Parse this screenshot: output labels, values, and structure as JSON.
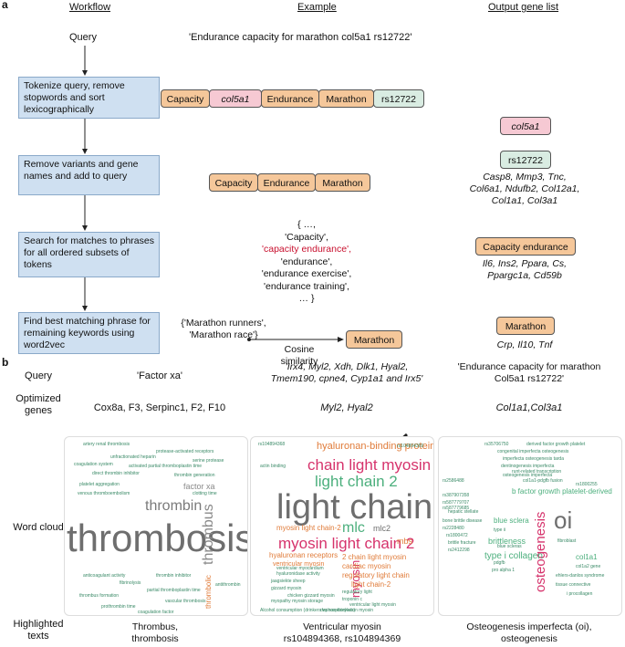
{
  "panel_a": {
    "letter": "a",
    "headers": {
      "workflow": "Workflow",
      "example": "Example",
      "output": "Output gene list"
    },
    "query_label": "Query",
    "query_example": "'Endurance capacity for marathon col5a1 rs12722'",
    "steps": [
      "Tokenize query, remove stopwords and sort lexicographically",
      "Remove variants and gene names and add to query",
      "Search for matches to phrases for all ordered subsets of tokens",
      "Find best matching phrase for remaining keywords using word2vec"
    ],
    "tokens_row1": [
      "Capacity",
      "col5a1",
      "Endurance",
      "Marathon",
      "rs12722"
    ],
    "tokens_row2": [
      "Capacity",
      "Endurance",
      "Marathon"
    ],
    "subsets": [
      "{ …,",
      "'Capacity',",
      "'capacity endurance',",
      "'endurance',",
      "'endurance exercise',",
      "'endurance training',",
      "… }"
    ],
    "word2vec_example": [
      "{'Marathon runners',",
      "'Marathon race'}"
    ],
    "cosine_label": [
      "Cosine",
      "similarity"
    ],
    "marathon_token": "Marathon",
    "output": {
      "col5a1": "col5a1",
      "rs12722": "rs12722",
      "genes1": [
        "Casp8, Mmp3, Tnc,",
        "Col6a1, Ndufb2, Col12a1,",
        "Col1a1, Col3a1"
      ],
      "capacity_endurance": "Capacity endurance",
      "genes2": [
        "Il6, Ins2, Ppara, Cs,",
        "Ppargc1a, Cd59b"
      ],
      "marathon": "Marathon",
      "genes3": "Crp, Il10, Tnf"
    },
    "colors": {
      "orange": "#f5c79a",
      "pink": "#f6c9d3",
      "green": "#d9ece2",
      "blue": "#cfe0f1",
      "red_text": "#c8102e"
    }
  },
  "panel_b": {
    "letter": "b",
    "row_labels": {
      "query": "Query",
      "optimized": "Optimized genes",
      "cloud": "Word cloud",
      "highlighted": "Highlighted texts"
    },
    "queries": [
      "'Factor xa'",
      "'Irx4, Myl2, Xdh, Dlk1, Hyal2, Tmem190, cpne4, Cyp1a1 and Irx5'",
      "'Endurance capacity for marathon Col5a1 rs12722'"
    ],
    "optimized_genes": [
      "Cox8a, F3, Serpinc1, F2, F10",
      "Myl2, Hyal2",
      "Col1a1,Col3a1"
    ],
    "highlighted": [
      [
        "Thrombus,",
        "thrombosis"
      ],
      [
        "Ventricular myosin",
        "rs104894368, rs104894369"
      ],
      [
        "Osteogenesis imperfecta (oi),",
        "osteogenesis"
      ]
    ],
    "cloud1": {
      "big": [
        "thrombosis",
        "thrombin",
        "thrombus",
        "factor xa",
        "thrombolic"
      ],
      "small": [
        "artery renal thrombosis",
        "unfractionated heparin",
        "protease-activated receptors",
        "activated partial thromboplastin time",
        "direct thrombin inhibitor",
        "coagulation system",
        "platelet aggregation",
        "thrombin generation",
        "venous thromboembolism",
        "thrombin inhibitor",
        "anticoagulant activity",
        "fibrinolysis",
        "partial thromboplastin time",
        "thrombus formation",
        "vascular thrombosis",
        "prothrombin time",
        "antithrombin",
        "serine protease",
        "coagulation factor",
        "clotting time"
      ]
    },
    "cloud2": {
      "big": [
        "light chain",
        "chain light myosin",
        "light chain 2",
        "myosin light chain 2",
        "mlc",
        "hyaluronan-binding protein",
        "myosin",
        "mlc2"
      ],
      "small": [
        "2 chain light myosin",
        "myosin light chain-2",
        "hyaluronan receptors",
        "ventricular myosin",
        "cardiac myosin",
        "regulatory light chain",
        "light chain-2",
        "hyaluronidase activity",
        "regulatory light",
        "jaagsiekte sheep",
        "gizzard myosin",
        "chicken gizzard myosin",
        "myopathy myosin storage",
        "ventricular myocardium",
        "troponin c",
        "ventricular light myosin",
        "dephosphorylation myosin",
        "Alcohol consumption (drinkers vs non-drinkers)",
        "mbs",
        "actin binding",
        "rs104894368",
        "rs104894369"
      ]
    },
    "cloud3": {
      "big": [
        "oi",
        "osteogenesis",
        "col1a1",
        "type i collagen",
        "brittleness",
        "blue sclera",
        "b factor growth platelet-derived",
        "osteogenesis imperfecta"
      ],
      "small": [
        "rs35706750",
        "derived factor growth platelet",
        "congenital imperfecta osteogenesis",
        "imperfecta osteogenesis tarda",
        "dentinogenesis imperfecta",
        "runt-related transcription",
        "col1a1-pdgfb fusion",
        "rs1800255",
        "rs2586488",
        "hepatic stellate",
        "bone brittle disease",
        "rs2228480",
        "rs1800472",
        "pro alpha 1",
        "blue scleras",
        "type ii",
        "pdgfb",
        "brittle fracture",
        "ehlers-danlos syndrome",
        "tissue connective",
        "i procollagen",
        "rs387907358",
        "rs587779707",
        "rs587779685",
        "rs2412298",
        "fibroblast",
        "col1a2 gene"
      ]
    },
    "colors": {
      "gray": "#777777",
      "green": "#4caf7d",
      "teal": "#2e8b74",
      "pink": "#d6336c",
      "orange": "#e07b39",
      "olive": "#8a9a3b"
    }
  }
}
